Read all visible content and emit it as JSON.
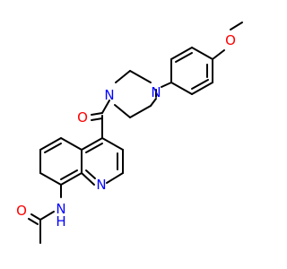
{
  "colors": {
    "bond": "#000000",
    "carbon": "#000000",
    "oxygen": "#ff0000",
    "nitrogen": "#0000ff"
  },
  "atoms": {
    "methoxy_o": "O",
    "carbonyl_o": "O",
    "piperazine_n_top": "N",
    "piperazine_n_bottom": "N",
    "quinoline_n": "N",
    "amide_n": "N",
    "amide_h": "H",
    "acetyl_o": "O"
  }
}
